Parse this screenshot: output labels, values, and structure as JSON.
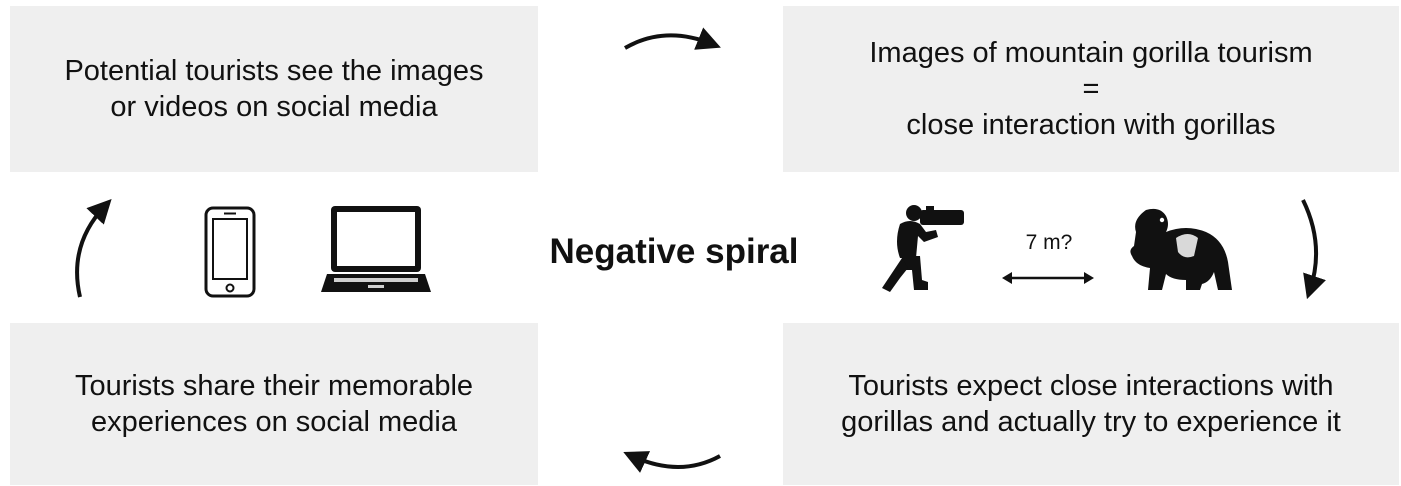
{
  "boxes": {
    "top_left": "Potential tourists see the images\nor videos on social media",
    "top_right": "Images of mountain gorilla tourism\n=\nclose interaction with gorillas",
    "bottom_left": "Tourists share their memorable\nexperiences on social media",
    "bottom_right": "Tourists expect close interactions with\ngorillas and actually try to experience it"
  },
  "center_title": "Negative spiral",
  "distance_label": "7 m?",
  "icons": [
    "smartphone-icon",
    "laptop-icon",
    "photographer-icon",
    "double-arrow-icon",
    "gorilla-icon"
  ],
  "colors": {
    "box_fill": "#efefef",
    "ink": "#111111",
    "gorilla_patch": "#d9d9d9"
  }
}
